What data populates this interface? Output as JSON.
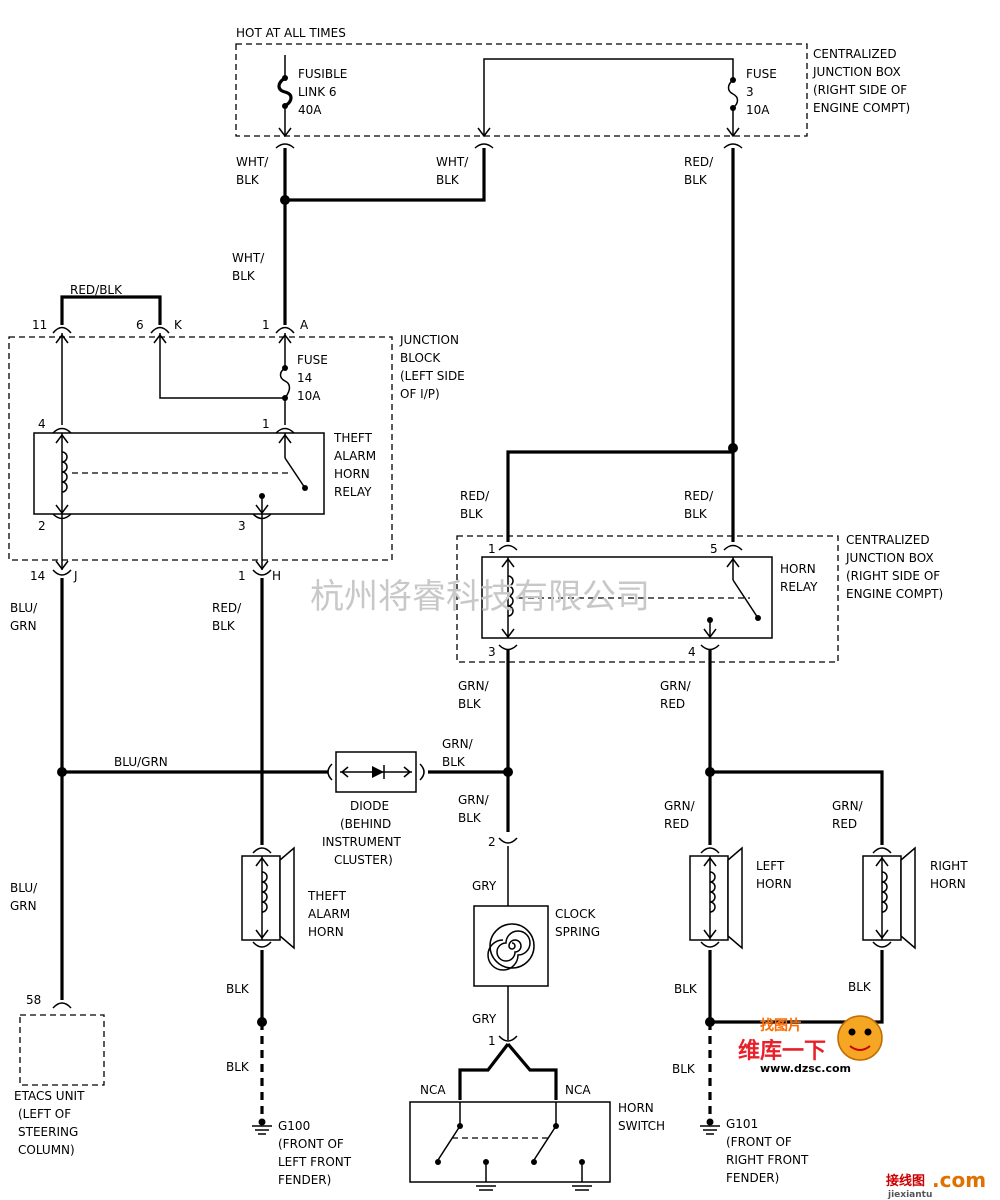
{
  "top_label": "HOT AT ALL TIMES",
  "cjb_top": {
    "line1": "CENTRALIZED",
    "line2": "JUNCTION BOX",
    "line3": "(RIGHT SIDE OF",
    "line4": "ENGINE COMPT)"
  },
  "fusible_link": {
    "line1": "FUSIBLE",
    "line2": "LINK 6",
    "line3": "40A"
  },
  "fuse3": {
    "line1": "FUSE",
    "line2": "3",
    "line3": "10A"
  },
  "wires": {
    "wht_blk_a1": "WHT/",
    "wht_blk_a2": "BLK",
    "wht_blk_b1": "WHT/",
    "wht_blk_b2": "BLK",
    "wht_blk_c1": "WHT/",
    "wht_blk_c2": "BLK",
    "red_blk_top1": "RED/",
    "red_blk_top2": "BLK",
    "red_blk_jumper": "RED/BLK",
    "red_blk_l1": "RED/",
    "red_blk_l2": "BLK",
    "red_blk_r1": "RED/",
    "red_blk_r2": "BLK",
    "red_blk_h1": "RED/",
    "red_blk_h2": "BLK",
    "blu_grn_1": "BLU/",
    "blu_grn_2": "GRN",
    "blu_grn_h": "BLU/GRN",
    "blu_grn_3": "BLU/",
    "blu_grn_4": "GRN",
    "grn_blk_1": "GRN/",
    "grn_blk_2": "BLK",
    "grn_blk_3": "GRN/",
    "grn_blk_4": "BLK",
    "grn_blk_5": "GRN/",
    "grn_blk_6": "BLK",
    "grn_red_1": "GRN/",
    "grn_red_2": "RED",
    "grn_red_3": "GRN/",
    "grn_red_4": "RED",
    "grn_red_5": "GRN/",
    "grn_red_6": "RED",
    "gry_1": "GRY",
    "gry_2": "GRY",
    "blk_1": "BLK",
    "blk_2": "BLK",
    "blk_3": "BLK",
    "blk_4": "BLK",
    "blk_5": "BLK"
  },
  "pins": {
    "p11": "11",
    "p6": "6",
    "pK": "K",
    "p1": "1",
    "pA": "A",
    "p4": "4",
    "p1b": "1",
    "p2": "2",
    "p3": "3",
    "p14": "14",
    "pJ": "J",
    "p1c": "1",
    "pH": "H",
    "hr1": "1",
    "hr5": "5",
    "hr3": "3",
    "hr4": "4",
    "cs2": "2",
    "sw1": "1",
    "e58": "58"
  },
  "junction_block": {
    "line1": "JUNCTION",
    "line2": "BLOCK",
    "line3": "(LEFT SIDE",
    "line4": "OF I/P)"
  },
  "fuse14": {
    "line1": "FUSE",
    "line2": "14",
    "line3": "10A"
  },
  "theft_relay": {
    "line1": "THEFT",
    "line2": "ALARM",
    "line3": "HORN",
    "line4": "RELAY"
  },
  "cjb_mid": {
    "line1": "CENTRALIZED",
    "line2": "JUNCTION BOX",
    "line3": "(RIGHT SIDE OF",
    "line4": "ENGINE COMPT)"
  },
  "horn_relay": {
    "line1": "HORN",
    "line2": "RELAY"
  },
  "diode": {
    "line1": "DIODE",
    "line2": "(BEHIND",
    "line3": "INSTRUMENT",
    "line4": "CLUSTER)"
  },
  "theft_horn": {
    "line1": "THEFT",
    "line2": "ALARM",
    "line3": "HORN"
  },
  "clock_spring": {
    "line1": "CLOCK",
    "line2": "SPRING"
  },
  "left_horn": {
    "line1": "LEFT",
    "line2": "HORN"
  },
  "right_horn": {
    "line1": "RIGHT",
    "line2": "HORN"
  },
  "etacs": {
    "line1": "ETACS UNIT",
    "line2": "(LEFT OF",
    "line3": "STEERING",
    "line4": "COLUMN)"
  },
  "g100": {
    "line1": "G100",
    "line2": "(FRONT OF",
    "line3": "LEFT FRONT",
    "line4": "FENDER)"
  },
  "g101": {
    "line1": "G101",
    "line2": "(FRONT OF",
    "line3": "RIGHT FRONT",
    "line4": "FENDER)"
  },
  "horn_switch": {
    "nca1": "NCA",
    "nca2": "NCA",
    "line1": "HORN",
    "line2": "SWITCH"
  },
  "watermark": "杭州将睿科技有限公司",
  "logo": {
    "top": "找图片",
    "main": "维库一下",
    "url": "www.dzsc.com",
    "corner": "接线图",
    "corner_url": "jiexiantu",
    "corner_com": ".com"
  }
}
